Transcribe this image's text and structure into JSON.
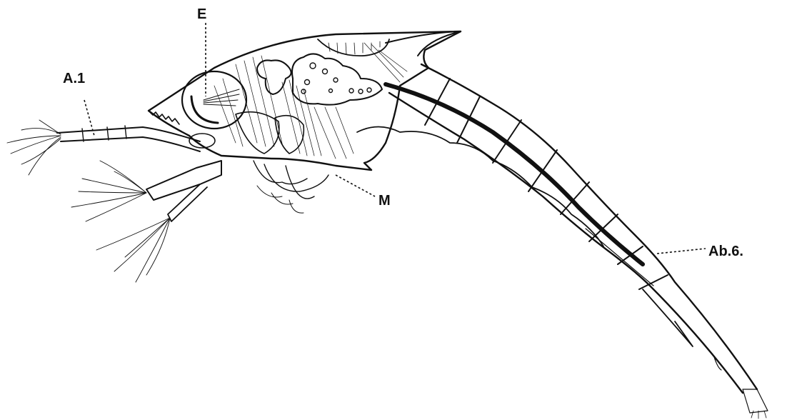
{
  "labels": {
    "antennule": "A.1",
    "eye": "E",
    "mandible": "M",
    "sixth_abdominal_segment": "Ab.6."
  },
  "colors": {
    "ink": "#111111",
    "background": "#ffffff"
  }
}
